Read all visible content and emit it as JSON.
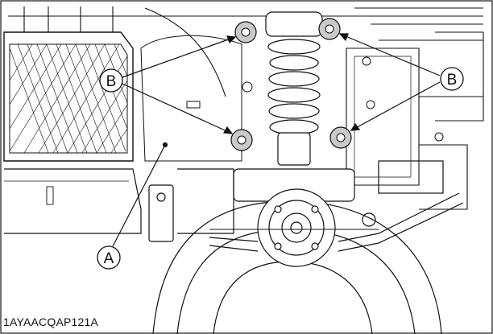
{
  "callouts": {
    "mounting_bolts": "B",
    "cover_panel": "A"
  },
  "figure_code": "1AYAACQAP121A",
  "colors": {
    "line": "#111111",
    "paper": "#ffffff",
    "bolt_highlight": "#c9c9c9"
  }
}
